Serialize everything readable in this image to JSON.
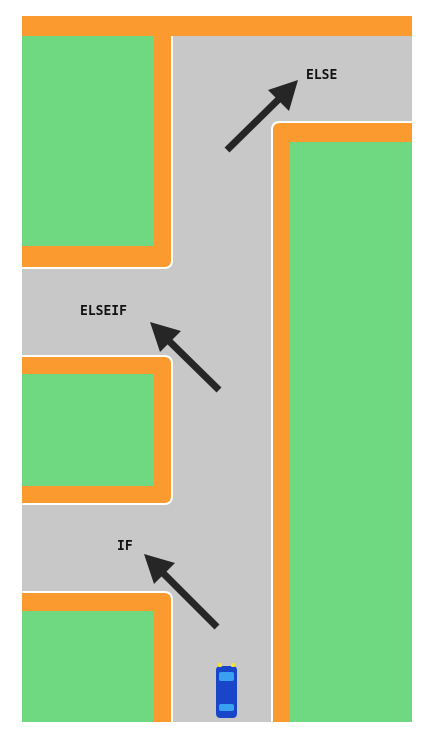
{
  "game": {
    "colors": {
      "grass": "#6ed981",
      "curb": "#fb9a2f",
      "road": "#c8c8c8",
      "edge_line": "#ffffff",
      "arrow": "#262626",
      "car_body": "#1946c8",
      "car_window": "#3aa0f0",
      "headlight": "#f7e23a"
    },
    "direction_labels": {
      "else": "ELSE",
      "elseif": "ELSEIF",
      "if": "IF"
    },
    "player": {
      "icon": "blue-car-topdown",
      "heading": "up"
    }
  }
}
